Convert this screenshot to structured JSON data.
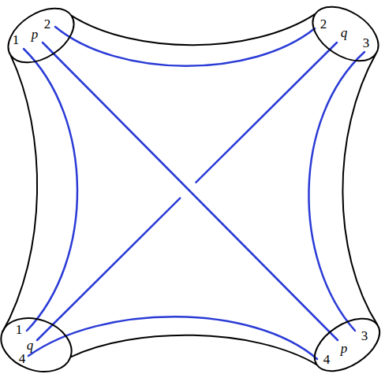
{
  "diagram": {
    "nodes": [
      {
        "text": [
          "1",
          "p",
          "2"
        ]
      },
      {
        "text": [
          "2",
          "q",
          "3"
        ]
      },
      {
        "text": [
          "1",
          "q",
          "4"
        ]
      },
      {
        "text": [
          "4",
          "p",
          "3"
        ]
      }
    ],
    "edges": [
      {
        "from": 0,
        "to": 2,
        "arrow": "none"
      },
      {
        "from": 0,
        "to": 1,
        "arrow": "none"
      },
      {
        "from": 0,
        "to": 3,
        "arrow": "none"
      },
      {
        "from": 1,
        "to": 2,
        "arrow": "none"
      },
      {
        "from": 1,
        "to": 3,
        "arrow": "none"
      },
      {
        "from": 2,
        "to": 3,
        "arrow": "none"
      }
    ]
  }
}
